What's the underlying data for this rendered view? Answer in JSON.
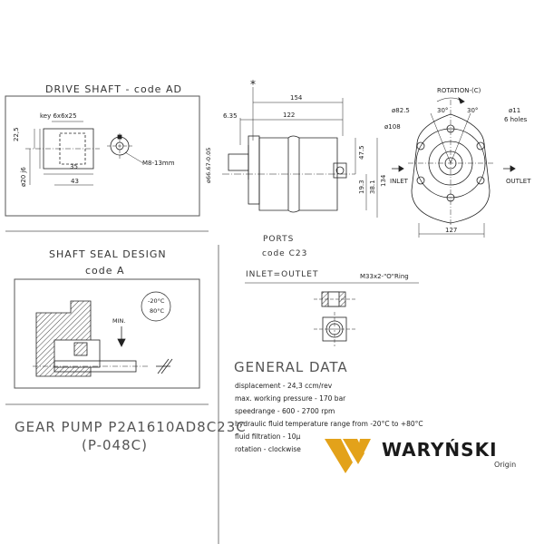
{
  "drive_shaft": {
    "title": "DRIVE SHAFT - code AD",
    "key_label": "key 6x6x25",
    "dim_22_5": "22,5",
    "dim_35": "35",
    "dim_43": "43",
    "dim_phi20": "ø20 j6",
    "thread_label": "M8-13mm"
  },
  "main_view": {
    "star": "*",
    "dim_154": "154",
    "dim_6_35": "6.35",
    "dim_122": "122",
    "dim_phi66": "ø66.67-0.05",
    "dim_47_5": "47.5",
    "dim_19_3": "19.3",
    "dim_38_1": "38.1",
    "dim_134": "134",
    "inlet_label": "INLET",
    "outlet_label": "OUTLET",
    "rotation_label": "ROTATION-(C)",
    "dim_phi82_5": "ø82.5",
    "dim_30a": "30°",
    "dim_30b": "30°",
    "dim_phi11": "ø11",
    "holes_label": "6 holes",
    "dim_phi108": "ø108",
    "dim_127": "127"
  },
  "shaft_seal": {
    "title_line1": "SHAFT SEAL DESIGN",
    "title_line2": "code A",
    "temp_line1": "-20°C",
    "temp_line2": "80°C",
    "min_label": "MIN."
  },
  "ports": {
    "title_line1": "PORTS",
    "title_line2": "code C23",
    "inlet_outlet": "INLET=OUTLET",
    "thread": "M33x2-\"O\"Ring"
  },
  "general_data": {
    "title": "GENERAL DATA",
    "lines": [
      "displacement - 24,3 ccm/rev",
      "max. working pressure - 170 bar",
      "speedrange - 600 - 2700 rpm",
      "hydraulic fluid temperature range from -20°C to +80°C",
      "fluid filtration - 10µ",
      "rotation - clockwise"
    ]
  },
  "product": {
    "title_line1": "GEAR PUMP P2A1610AD8C23C",
    "title_line2": "(P-048C)"
  },
  "logo": {
    "brand": "WARYŃSKI",
    "tagline": "Origin",
    "colors": {
      "gold": "#e3a21a",
      "dark": "#1a1a1a"
    }
  }
}
